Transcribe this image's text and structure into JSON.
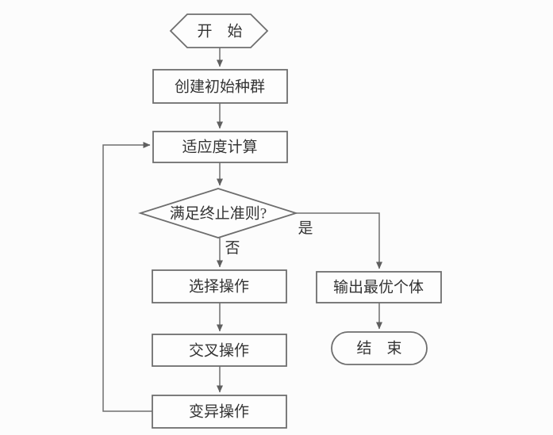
{
  "colors": {
    "background": "#fcfcfc",
    "line": "#6e6e6e",
    "text": "#333333",
    "node_fill": "#fdfdfd"
  },
  "flowchart": {
    "title": "genetic-algorithm-flowchart",
    "nodes": {
      "start": {
        "label": "开　始",
        "shape": "hexagon"
      },
      "create": {
        "label": "创建初始种群",
        "shape": "rect"
      },
      "fitness": {
        "label": "适应度计算",
        "shape": "rect"
      },
      "decision": {
        "label": "满足终止准则?",
        "shape": "diamond"
      },
      "select": {
        "label": "选择操作",
        "shape": "rect"
      },
      "crossover": {
        "label": "交叉操作",
        "shape": "rect"
      },
      "mutation": {
        "label": "变异操作",
        "shape": "rect"
      },
      "output": {
        "label": "输出最优个体",
        "shape": "rect"
      },
      "end": {
        "label": "结　束",
        "shape": "stadium"
      }
    },
    "edge_labels": {
      "yes": "是",
      "no": "否"
    }
  }
}
